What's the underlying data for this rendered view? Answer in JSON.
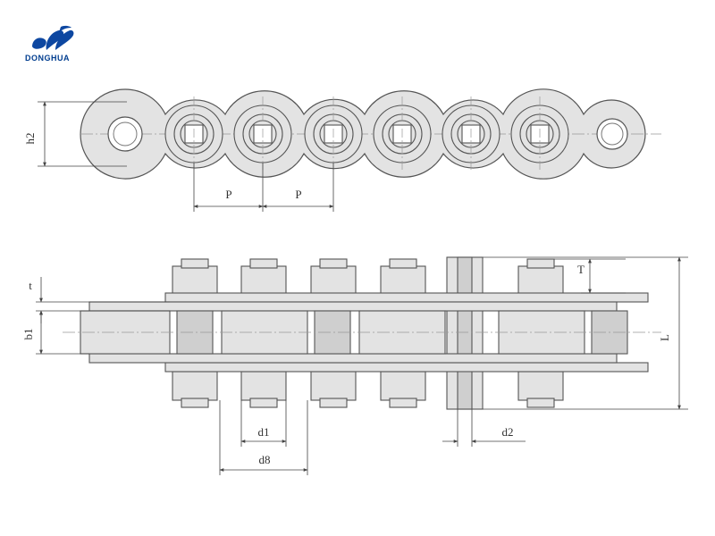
{
  "brand": {
    "name": "DONGHUA",
    "color": "#0d47a1"
  },
  "colors": {
    "part_fill": "#e3e3e3",
    "part_shade": "#cfcfcf",
    "outline": "#555555",
    "dimension_line": "#444444"
  },
  "top_view": {
    "labels": {
      "pitch_1": "P",
      "pitch_2": "P",
      "height": "h2"
    }
  },
  "bottom_view": {
    "labels": {
      "plate_thickness": "t",
      "inner_width": "b1",
      "roller_diameter": "d1",
      "sprocket_diameter": "d8",
      "pin_diameter": "d2",
      "pin_extension": "T",
      "overall_length": "L"
    }
  }
}
